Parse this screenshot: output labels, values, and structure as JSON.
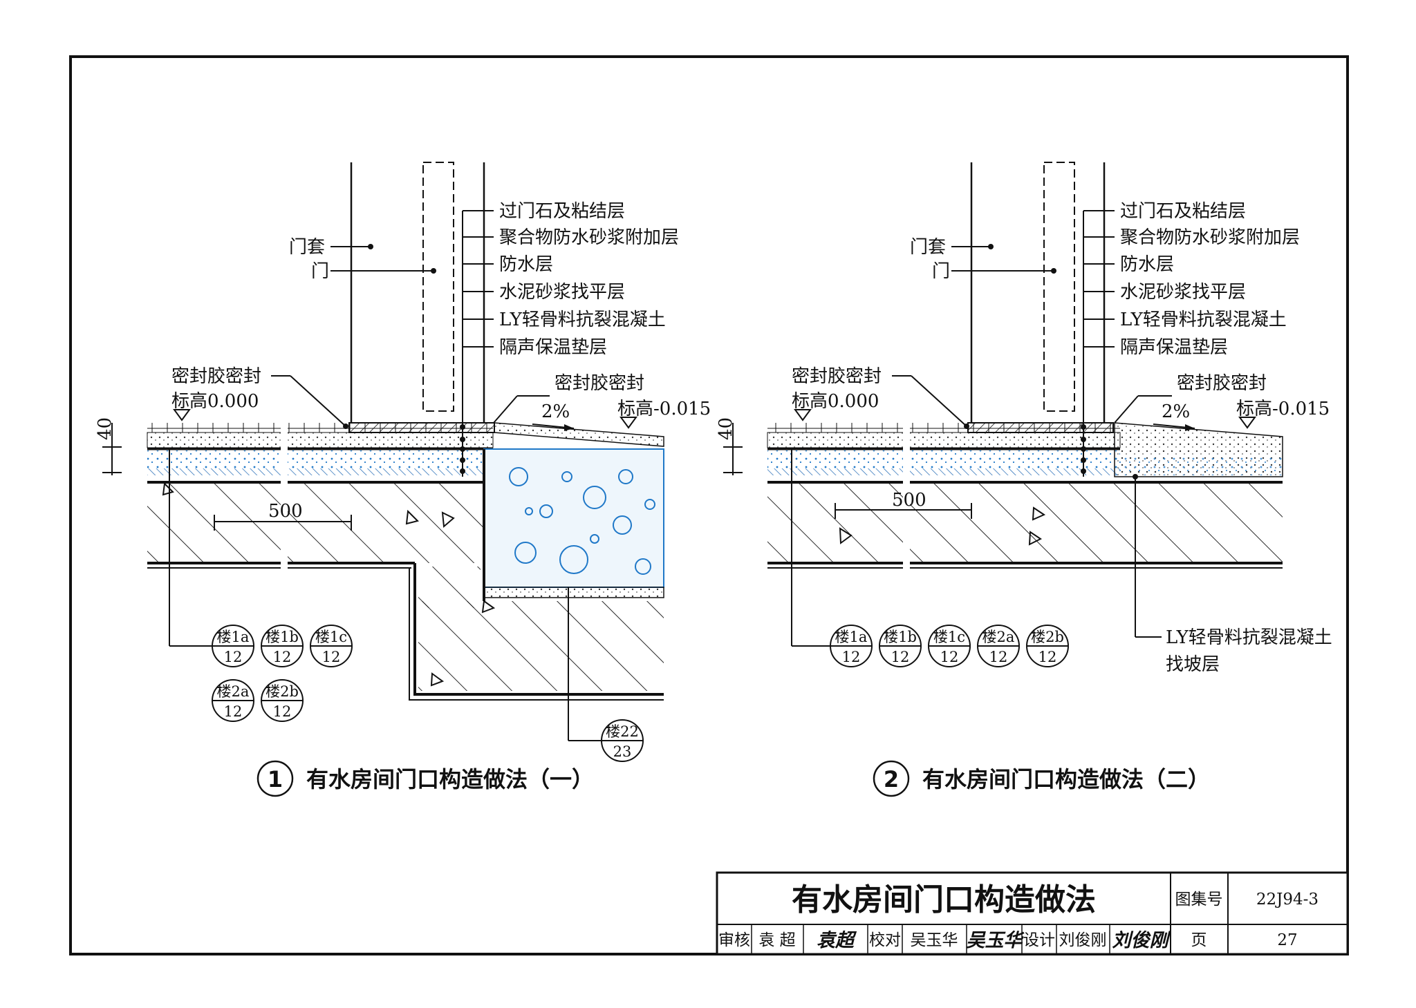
{
  "detail1": {
    "door_frame": "门套",
    "door": "门",
    "layers": [
      "过门石及粘结层",
      "聚合物防水砂浆附加层",
      "防水层",
      "水泥砂浆找平层",
      "LY轻骨料抗裂混凝土",
      "隔声保温垫层"
    ],
    "sealant_left": "密封胶密封",
    "elev_left": "标高0.000",
    "sealant_right": "密封胶密封",
    "slope": "2%",
    "elev_right": "标高-0.015",
    "dim_40": "40",
    "dim_500": "500",
    "refs": [
      {
        "top": "楼1a",
        "bottom": "12"
      },
      {
        "top": "楼1b",
        "bottom": "12"
      },
      {
        "top": "楼1c",
        "bottom": "12"
      },
      {
        "top": "楼2a",
        "bottom": "12"
      },
      {
        "top": "楼2b",
        "bottom": "12"
      },
      {
        "top": "楼22",
        "bottom": "23"
      }
    ],
    "caption_num": "1",
    "caption": "有水房间门口构造做法（一）"
  },
  "detail2": {
    "door_frame": "门套",
    "door": "门",
    "layers": [
      "过门石及粘结层",
      "聚合物防水砂浆附加层",
      "防水层",
      "水泥砂浆找平层",
      "LY轻骨料抗裂混凝土",
      "隔声保温垫层"
    ],
    "sealant_left": "密封胶密封",
    "elev_left": "标高0.000",
    "sealant_right": "密封胶密封",
    "slope": "2%",
    "elev_right": "标高-0.015",
    "dim_40": "40",
    "dim_500": "500",
    "refs": [
      {
        "top": "楼1a",
        "bottom": "12"
      },
      {
        "top": "楼1b",
        "bottom": "12"
      },
      {
        "top": "楼1c",
        "bottom": "12"
      },
      {
        "top": "楼2a",
        "bottom": "12"
      },
      {
        "top": "楼2b",
        "bottom": "12"
      }
    ],
    "slope_layer_line1": "LY轻骨料抗裂混凝土",
    "slope_layer_line2": "找坡层",
    "caption_num": "2",
    "caption": "有水房间门口构造做法（二）"
  },
  "title_block": {
    "title": "有水房间门口构造做法",
    "atlas_label": "图集号",
    "atlas_no": "22J94-3",
    "review_label": "审核",
    "reviewer": "袁 超",
    "reviewer_sig": "袁超",
    "check_label": "校对",
    "checker": "吴玉华",
    "checker_sig": "吴玉华",
    "design_label": "设计",
    "designer": "刘俊刚",
    "designer_sig": "刘俊刚",
    "page_label": "页",
    "page_no": "27"
  },
  "colors": {
    "line": "#111111",
    "blue": "#1f78c8",
    "hatch": "#2a6fb8"
  }
}
